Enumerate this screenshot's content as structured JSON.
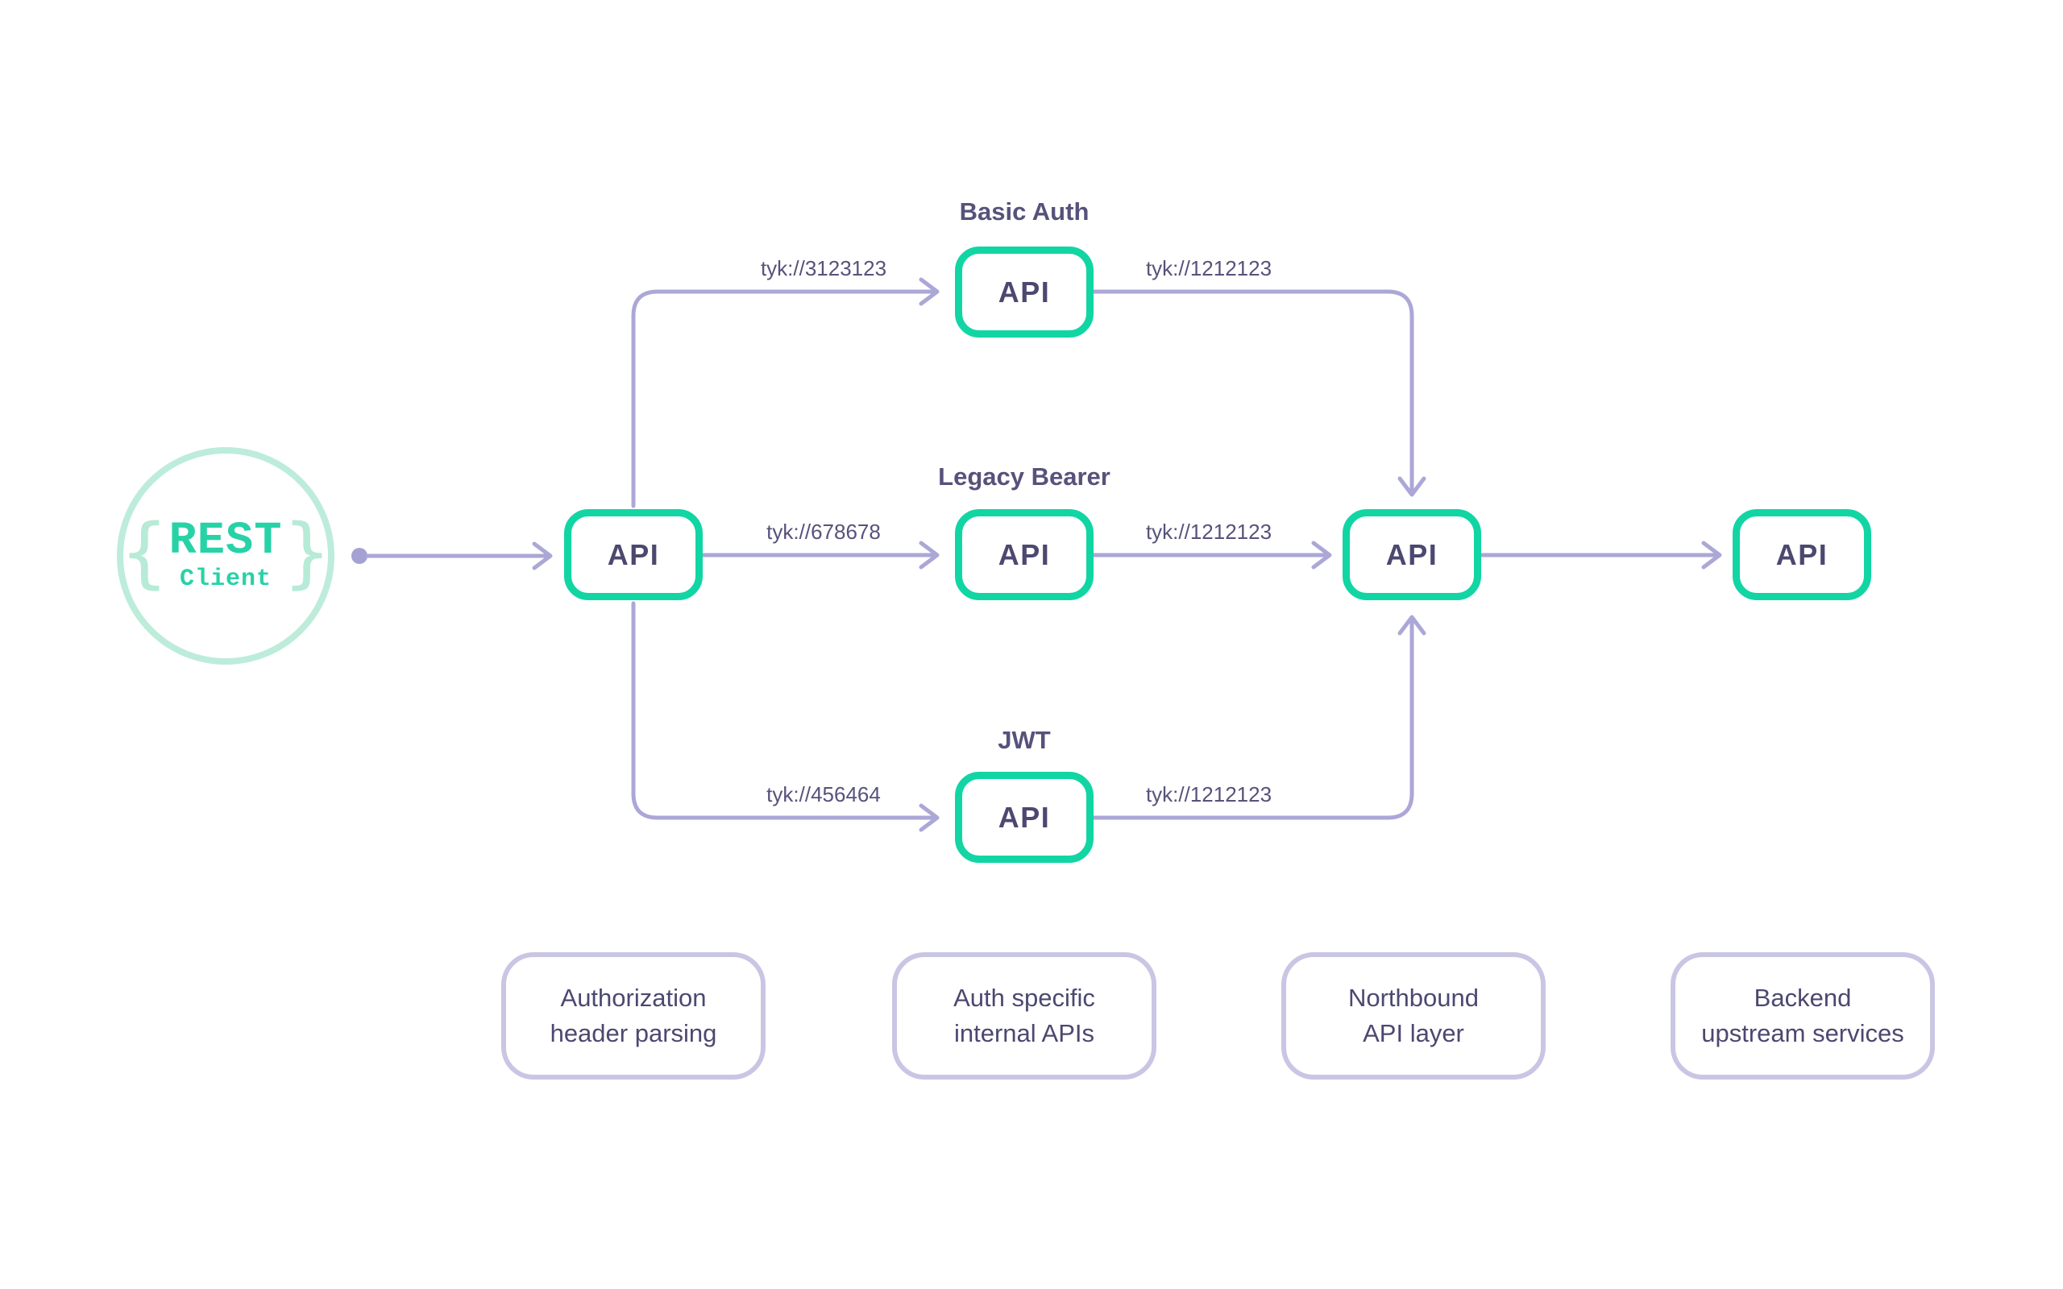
{
  "colors": {
    "teal": "#12d5a4",
    "mint": "#bdecdb",
    "lavender_line": "#aba7d6",
    "lavender_border": "#c9c6e4",
    "text_dark": "#4c4870",
    "text_title": "#56527b",
    "client_text": "#27d2a7"
  },
  "client": {
    "left_brace": "{",
    "top": "REST",
    "bottom": "Client",
    "right_brace": "}"
  },
  "nodes": {
    "auth_parse": {
      "label": "API"
    },
    "basic_auth": {
      "title": "Basic Auth",
      "label": "API"
    },
    "legacy_bearer": {
      "title": "Legacy Bearer",
      "label": "API"
    },
    "jwt": {
      "title": "JWT",
      "label": "API"
    },
    "northbound": {
      "label": "API"
    },
    "backend": {
      "label": "API"
    }
  },
  "edges": {
    "auth_to_basic": {
      "label": "tyk://3123123"
    },
    "auth_to_legacy": {
      "label": "tyk://678678"
    },
    "auth_to_jwt": {
      "label": "tyk://456464"
    },
    "basic_to_north": {
      "label": "tyk://1212123"
    },
    "legacy_to_north": {
      "label": "tyk://1212123"
    },
    "jwt_to_north": {
      "label": "tyk://1212123"
    }
  },
  "legend": [
    {
      "line1": "Authorization",
      "line2": "header parsing"
    },
    {
      "line1": "Auth specific",
      "line2": "internal APIs"
    },
    {
      "line1": "Northbound",
      "line2": "API layer"
    },
    {
      "line1": "Backend",
      "line2": "upstream services"
    }
  ]
}
